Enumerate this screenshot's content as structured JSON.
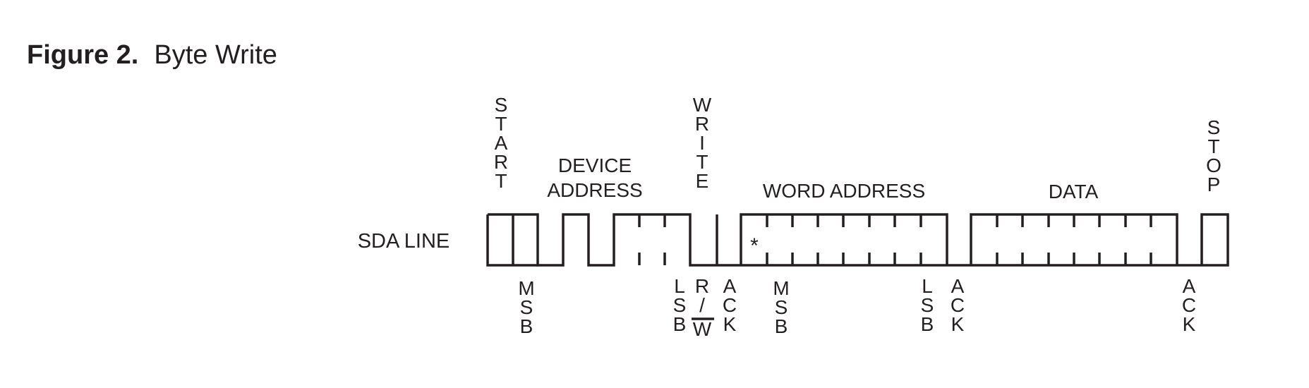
{
  "figure": {
    "number": "Figure 2.",
    "title": "Byte Write"
  },
  "diagram": {
    "line_label": "SDA LINE",
    "top_labels": {
      "start": "START",
      "device_address": [
        "DEVICE",
        "ADDRESS"
      ],
      "write": "WRITE",
      "word_address": "WORD ADDRESS",
      "data": "DATA",
      "stop": "STOP"
    },
    "bottom_labels": {
      "msb_device": "MSB",
      "lsb_device": "LSB",
      "read_write": [
        "R",
        "/",
        "W"
      ],
      "ack_1": "ACK",
      "msb_word": "MSB",
      "lsb_word": "LSB",
      "ack_2": "ACK",
      "ack_3": "ACK"
    },
    "marker": "*"
  }
}
